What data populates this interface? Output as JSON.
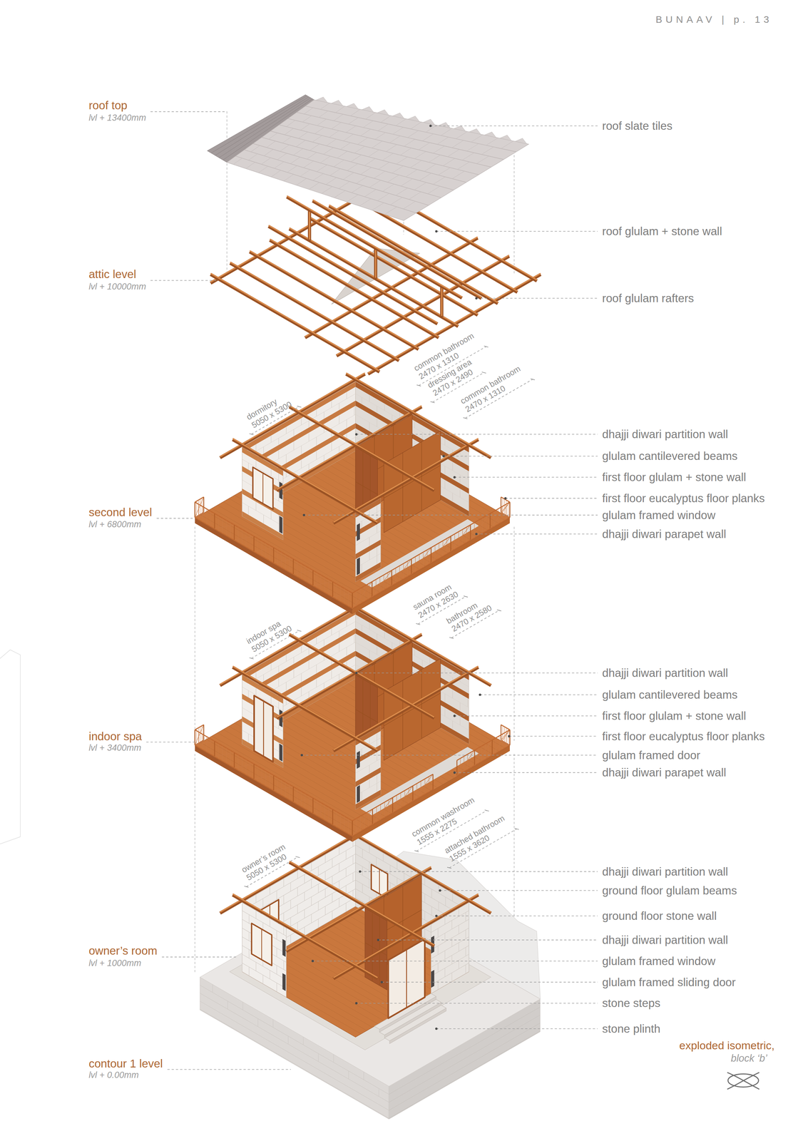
{
  "diagram": {
    "title": "BUNAAV | p. 13",
    "caption": "exploded isometric,",
    "labels": [
      "roof top",
      "lvl + 13400mm",
      "roof slate tiles",
      "roof glulam + stone wall",
      "attic level",
      "lvl + 10000mm",
      "roof glulam rafters",
      "common bathroom",
      "2470 x 1310",
      "dressing area",
      "2470 x 2490",
      "dormitory",
      "5050 x 5300",
      "common bathroom",
      "2470 x 1310",
      "dhajji diwari partition wall",
      "glulam cantilevered beams",
      "first floor glulam + stone wall",
      "first floor eucalyptus floor planks",
      "second level",
      "lvl + 6800mm",
      "glulam framed window",
      "dhajji diwari parapet wall",
      "sauna room",
      "2470 x 2630",
      "indoor spa",
      "5050 x 5300",
      "bathroom",
      "2470 x 2580",
      "dhajji diwari partition wall",
      "glulam cantilevered beams",
      "first floor glulam + stone wall",
      "first floor eucalyptus floor planks",
      "indoor spa",
      "lvl + 3400mm",
      "glulam framed door",
      "dhajji diwari parapet wall",
      "common washroom",
      "1555 x 2275",
      "owner’s room",
      "5050 x 5300",
      "attached bathroom",
      "1555 x 3620",
      "dhajji diwari partition wall",
      "ground floor glulam beams",
      "ground floor stone wall",
      "dhajji diwari partition wall",
      "owner’s room",
      "lvl + 1000mm",
      "glulam framed window",
      "glulam framed sliding door",
      "stone steps",
      "stone plinth",
      "contour 1 level",
      "lvl + 0.00mm",
      "block ‘b’"
    ]
  }
}
